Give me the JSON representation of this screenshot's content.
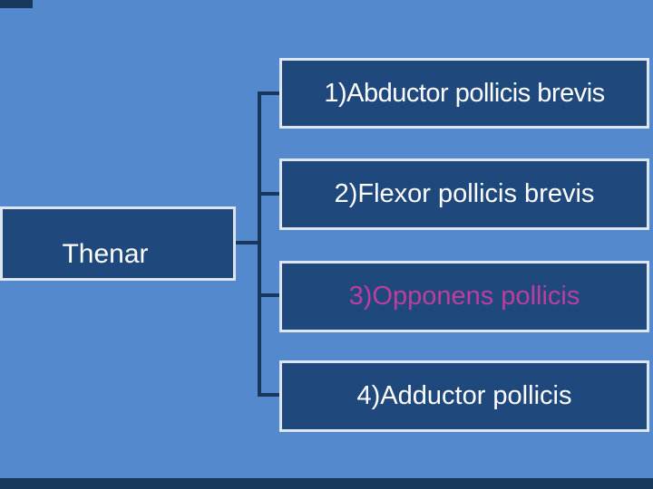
{
  "theme": {
    "background": "#5589CD",
    "box_fill": "#1F497D",
    "box_border": "#DCE6F1",
    "connector": "#17375D",
    "accent": "#17375D"
  },
  "diagram": {
    "type": "hierarchy",
    "root": {
      "label": "Thenar",
      "text_color": "#FFFFFF"
    },
    "children": [
      {
        "label": "1)Abductor pollicis brevis",
        "text_color": "#FFFFFF"
      },
      {
        "label": "2)Flexor pollicis brevis",
        "text_color": "#FFFFFF"
      },
      {
        "label": "3)Opponens pollicis",
        "text_color": "#BE3D9E"
      },
      {
        "label": "4)Adductor pollicis",
        "text_color": "#FFFFFF"
      }
    ]
  }
}
